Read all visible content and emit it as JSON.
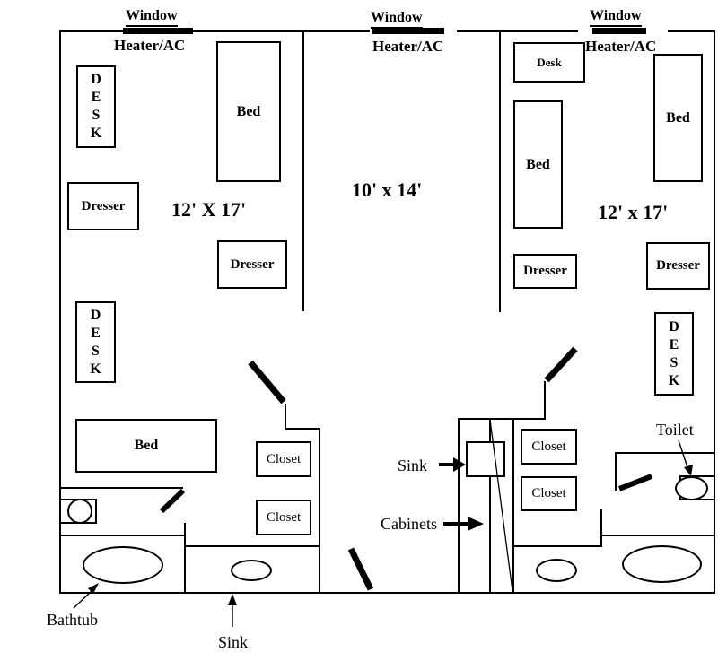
{
  "labels": {
    "window": "Window",
    "heater_ac": "Heater/AC"
  },
  "rooms": {
    "left": {
      "dimensions": "12' X 17'"
    },
    "center": {
      "dimensions": "10' x 14'"
    },
    "right": {
      "dimensions": "12' x 17'"
    }
  },
  "furniture": {
    "bed": "Bed",
    "dresser": "Dresser",
    "desk": "Desk",
    "closet": "Closet",
    "desk_vertical": [
      "D",
      "E",
      "S",
      "K"
    ]
  },
  "fixtures": {
    "bathtub": "Bathtub",
    "sink": "Sink",
    "cabinets": "Cabinets",
    "toilet": "Toilet"
  },
  "colors": {
    "ink": "#000000",
    "background": "#ffffff"
  }
}
